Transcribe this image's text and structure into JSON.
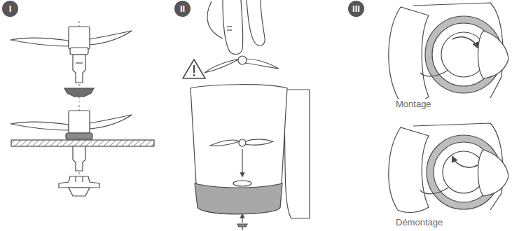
{
  "diagram": {
    "nodes": [
      {
        "text": [
          "I"
        ]
      },
      {
        "text": [
          "II"
        ]
      },
      {
        "text": [
          "III"
        ]
      }
    ],
    "labels": [
      "Montage",
      "Démontage"
    ]
  }
}
